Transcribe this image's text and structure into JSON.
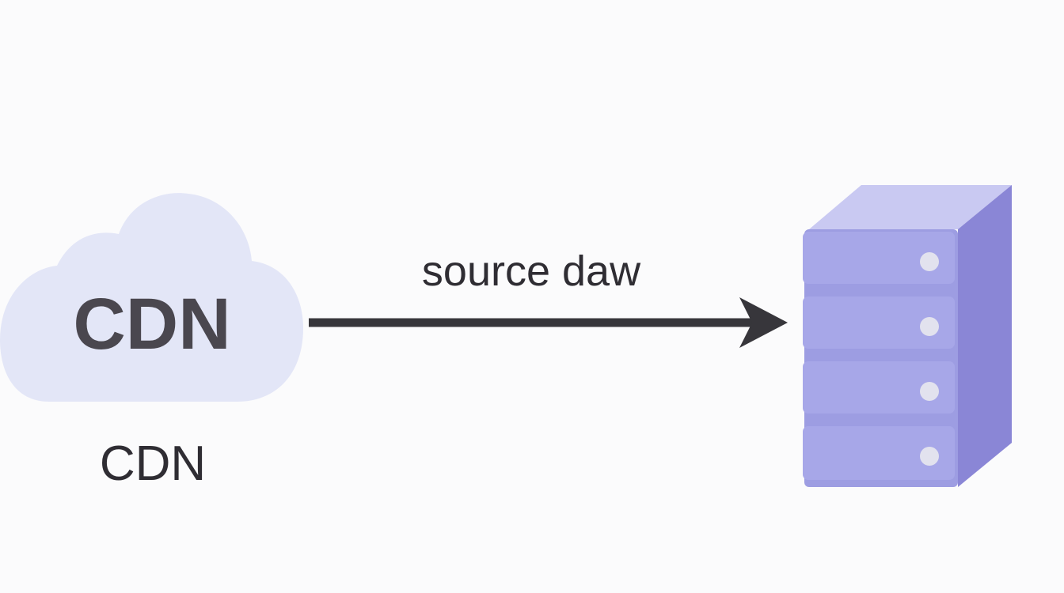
{
  "cdn_node": {
    "cloud_label": "CDN",
    "caption": "CDN",
    "icon": "cloud-icon"
  },
  "edge": {
    "label": "source daw",
    "direction": "cdn-to-server"
  },
  "server_node": {
    "icon": "server-rack-icon",
    "units": 4
  },
  "colors": {
    "background": "#fbfbfc",
    "cloud_fill": "#e3e6f7",
    "arrow": "#37363b",
    "server_front": "#a7a7e8",
    "server_side": "#8a86d6",
    "server_top": "#c9c9f2",
    "server_led": "#e2e2ee"
  }
}
